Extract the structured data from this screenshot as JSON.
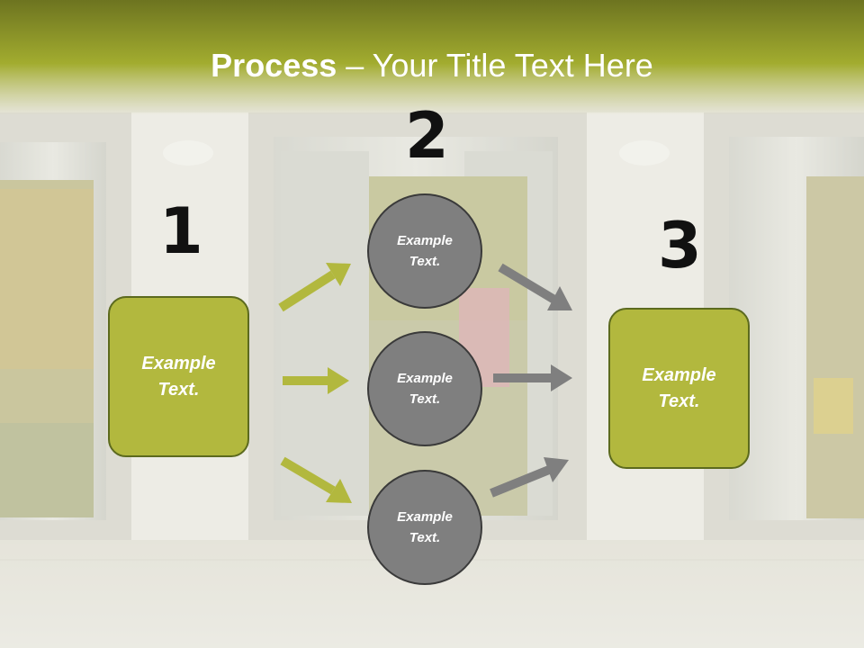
{
  "title": {
    "bold": "Process",
    "rest": " – Your Title Text Here"
  },
  "steps": [
    {
      "number": "1",
      "text": "Example\nText."
    },
    {
      "number": "2"
    },
    {
      "number": "3",
      "text": "Example\nText."
    }
  ],
  "circles": [
    {
      "text": "Example\nText."
    },
    {
      "text": "Example\nText."
    },
    {
      "text": "Example\nText."
    }
  ],
  "colors": {
    "accent": "#b2b83e",
    "header": "#a3ad2d",
    "circle": "#7f7f7f",
    "arrow_gray": "#7f7f7f",
    "arrow_green": "#b2b83e"
  },
  "background": {
    "description_icon": "elevator-lobby-photo"
  }
}
